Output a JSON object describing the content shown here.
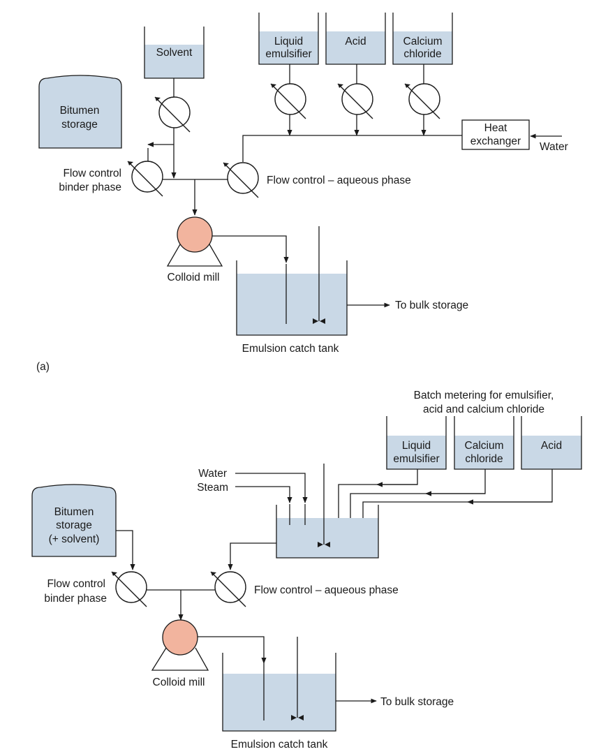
{
  "diagram_a": {
    "solvent": "Solvent",
    "liquid_emulsifier": [
      "Liquid",
      "emulsifier"
    ],
    "acid": "Acid",
    "calcium_chloride": [
      "Calcium",
      "chloride"
    ],
    "bitumen_storage": [
      "Bitumen",
      "storage"
    ],
    "heat_exchanger": [
      "Heat",
      "exchanger"
    ],
    "water": "Water",
    "flow_control_binder": [
      "Flow control",
      "binder phase"
    ],
    "flow_control_aqueous": "Flow control – aqueous phase",
    "colloid_mill": "Colloid mill",
    "to_bulk_storage": "To bulk storage",
    "emulsion_catch_tank": "Emulsion catch tank",
    "panel_label": "(a)"
  },
  "diagram_b": {
    "batch_metering": [
      "Batch metering for emulsifier,",
      "acid and calcium chloride"
    ],
    "liquid_emulsifier": [
      "Liquid",
      "emulsifier"
    ],
    "calcium_chloride": [
      "Calcium",
      "chloride"
    ],
    "acid": "Acid",
    "water": "Water",
    "steam": "Steam",
    "bitumen_storage": [
      "Bitumen",
      "storage",
      "(+ solvent)"
    ],
    "flow_control_binder": [
      "Flow control",
      "binder phase"
    ],
    "flow_control_aqueous": "Flow control – aqueous phase",
    "colloid_mill": "Colloid mill",
    "to_bulk_storage": "To bulk storage",
    "emulsion_catch_tank": "Emulsion catch tank"
  },
  "colors": {
    "liquid": "#c9d8e6",
    "colloid_mill": "#f2b49e",
    "line": "#1a1a1a"
  }
}
